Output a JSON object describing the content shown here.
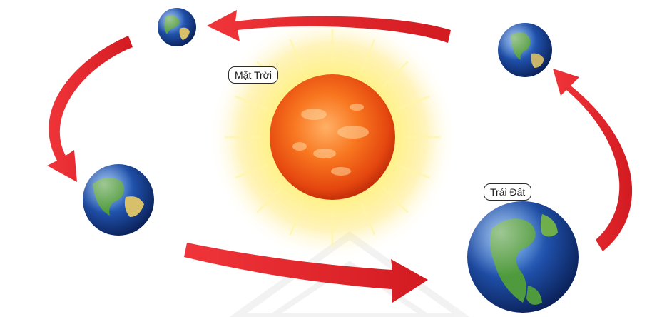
{
  "labels": {
    "sun": "Mặt Trời",
    "earth": "Trái Đất"
  },
  "colors": {
    "arrow": "#e8262b",
    "sun_core": "#f4621a",
    "sun_glow": "#fff27a",
    "ocean": "#1f4fa8",
    "land": "#4f9a3c"
  },
  "icons": {
    "sun": "sun-icon",
    "earth": "earth-icon",
    "arrow": "orbit-arrow"
  }
}
